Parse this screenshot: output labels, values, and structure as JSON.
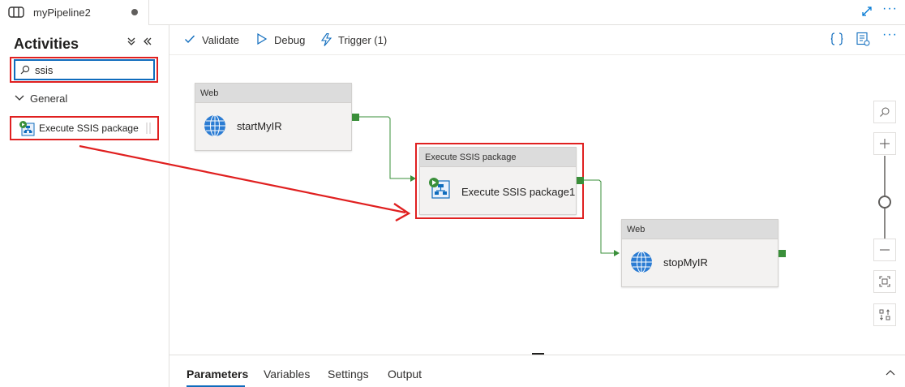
{
  "tab": {
    "title": "myPipeline2"
  },
  "activities": {
    "title": "Activities",
    "search_value": "ssis",
    "group_label": "General",
    "item_label": "Execute SSIS package"
  },
  "toolbar": {
    "validate_label": "Validate",
    "debug_label": "Debug",
    "trigger_label": "Trigger (1)"
  },
  "nodes": {
    "start": {
      "type_label": "Web",
      "name": "startMyIR",
      "icon": "globe-icon"
    },
    "ssis": {
      "type_label": "Execute SSIS package",
      "name": "Execute SSIS package1",
      "icon": "ssis-package-icon"
    },
    "stop": {
      "type_label": "Web",
      "name": "stopMyIR",
      "icon": "globe-icon"
    }
  },
  "bottom_tabs": [
    "Parameters",
    "Variables",
    "Settings",
    "Output"
  ],
  "colors": {
    "accent": "#0f6cbd",
    "highlight": "#e02020",
    "success_port": "#3a8f3a"
  }
}
